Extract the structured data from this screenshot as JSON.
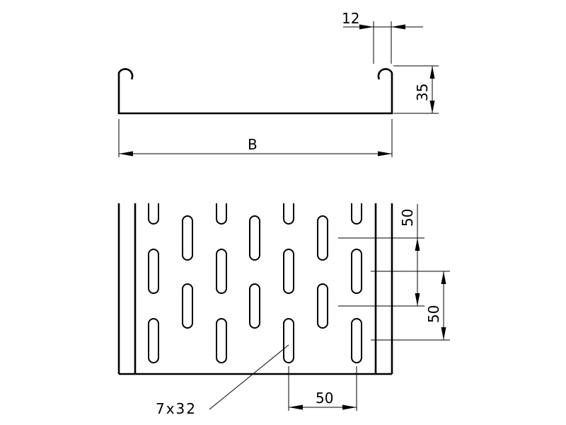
{
  "dimensions": {
    "lip_width": "12",
    "lip_height": "35",
    "tray_width": "B",
    "slot_pitch_vertical_1": "50",
    "slot_pitch_vertical_2": "50",
    "slot_pitch_horizontal": "50",
    "slot_size": "7x32"
  }
}
